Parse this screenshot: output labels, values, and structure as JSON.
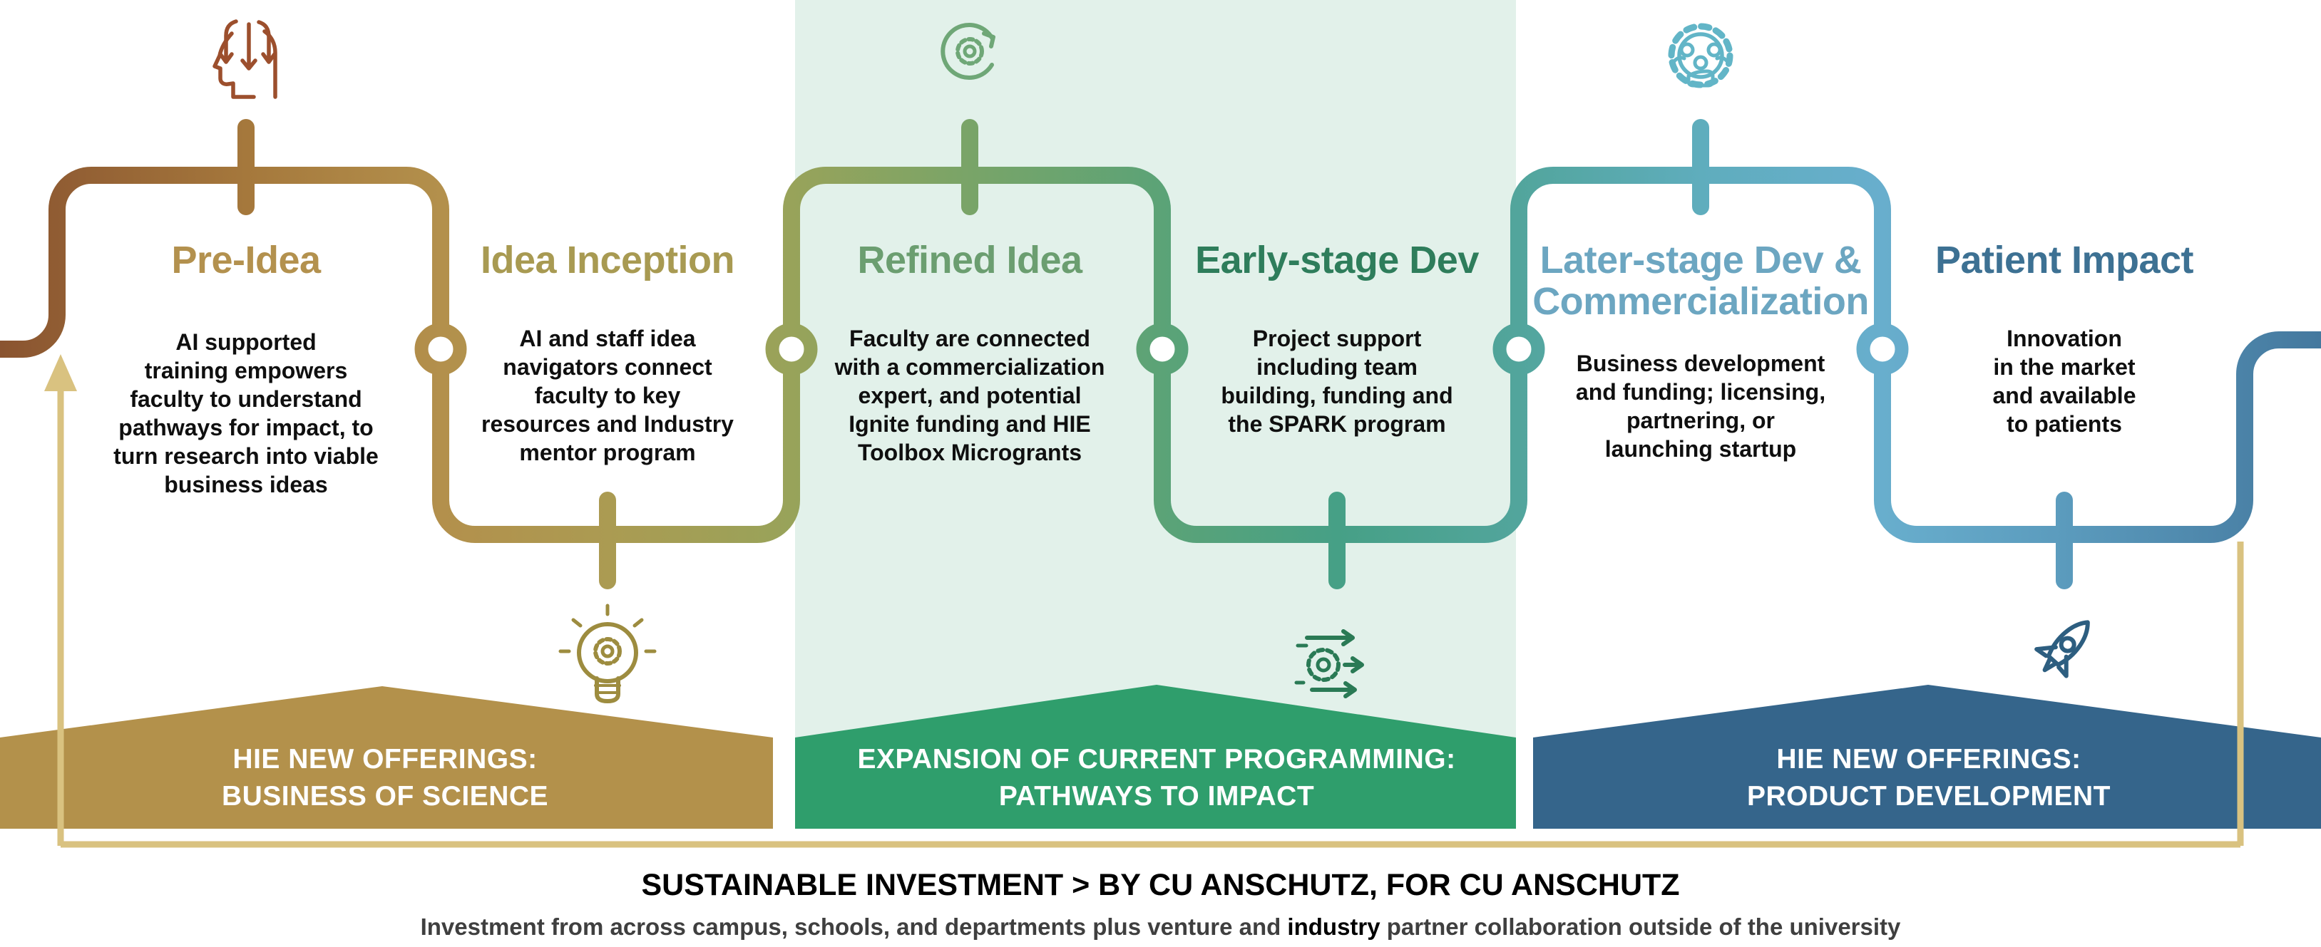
{
  "stages": [
    {
      "title": "Pre-Idea",
      "title_color": "#b3914e",
      "description": "AI supported\ntraining empowers\nfaculty to understand\npathways for impact, to\nturn research into viable\nbusiness ideas",
      "icon": "head-arrows-icon",
      "icon_color": "#9c4f2d"
    },
    {
      "title": "Idea Inception",
      "title_color": "#a89a52",
      "description": "AI and staff idea\nnavigators connect\nfaculty to key\nresources and Industry\nmentor program",
      "icon": "lightbulb-gear-icon",
      "icon_color": "#9d8c3f"
    },
    {
      "title": "Refined Idea",
      "title_color": "#6b9e70",
      "description": "Faculty are connected\nwith a commercialization\nexpert, and potential\nIgnite funding and HIE\nToolbox Microgrants",
      "icon": "cycle-gear-icon",
      "icon_color": "#6fa777"
    },
    {
      "title": "Early-stage Dev",
      "title_color": "#2e7d5b",
      "description": "Project support\nincluding team\nbuilding, funding and\nthe SPARK program",
      "icon": "process-arrows-gear-icon",
      "icon_color": "#2a7a55"
    },
    {
      "title": "Later-stage Dev &\nCommercialization",
      "title_color": "#6ca6c1",
      "description": "Business development\nand funding; licensing,\npartnering, or\nlaunching startup",
      "icon": "gear-team-icon",
      "icon_color": "#62b5c7"
    },
    {
      "title": "Patient Impact",
      "title_color": "#3d7193",
      "description": "Innovation\nin the market\nand available\nto patients",
      "icon": "rocket-icon",
      "icon_color": "#2d5e80"
    }
  ],
  "banners": [
    {
      "label": "HIE NEW OFFERINGS:\nBUSINESS OF SCIENCE",
      "color": "#b3914b",
      "text_color": "#ffffff"
    },
    {
      "label": "EXPANSION OF CURRENT PROGRAMMING:\nPATHWAYS TO IMPACT",
      "color": "#2f9e6c",
      "text_color": "#ffffff"
    },
    {
      "label": "HIE NEW OFFERINGS:\nPRODUCT DEVELOPMENT",
      "color": "#35658b",
      "text_color": "#ffffff"
    }
  ],
  "footer": {
    "line1": "SUSTAINABLE INVESTMENT > BY CU ANSCHUTZ, FOR CU ANSCHUTZ",
    "line2_prefix": "Investment from across campus, schools, and departments plus venture and ",
    "line2_highlight": "industry",
    "line2_suffix": " partner collaboration outside of the university"
  },
  "path": {
    "node_fill": "#ffffff",
    "gradient": [
      "#8a5430",
      "#a5783c",
      "#b3904c",
      "#ab9b52",
      "#98a35a",
      "#79a468",
      "#5ba377",
      "#46a086",
      "#52a59c",
      "#5fadbd",
      "#68aecd",
      "#5b9bbd",
      "#44789e"
    ]
  },
  "frame": {
    "color": "#d9c280"
  },
  "background": {
    "band_color": "#e2f1ea",
    "page_color": "#ffffff"
  }
}
